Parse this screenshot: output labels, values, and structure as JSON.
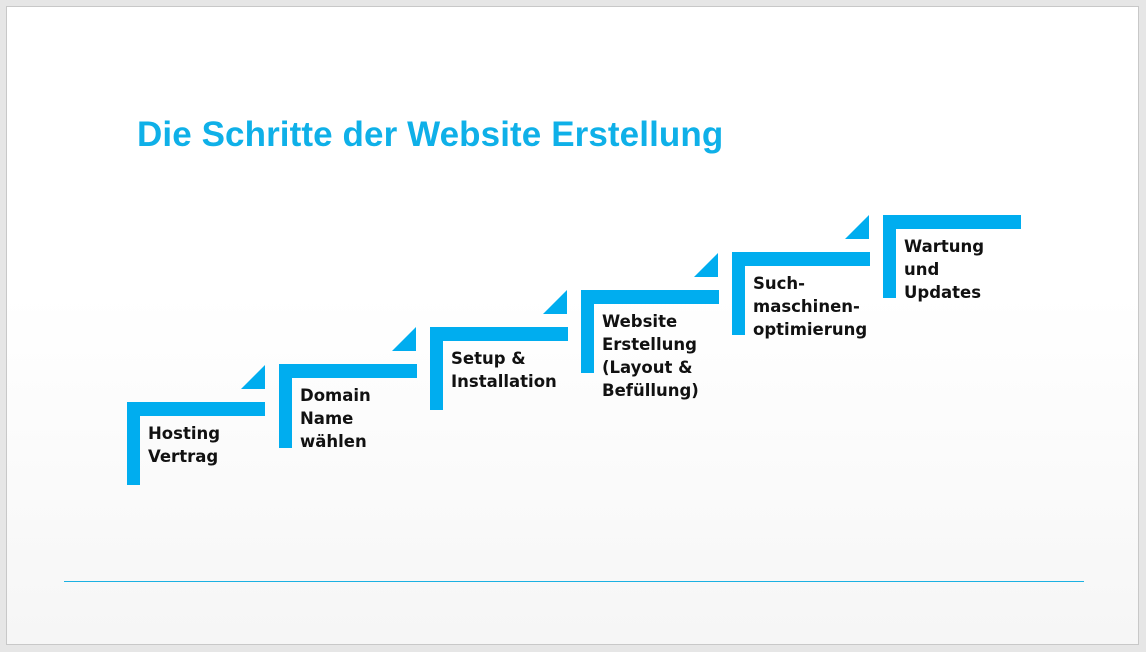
{
  "slide": {
    "title": "Die Schritte der Website Erstellung",
    "accent_color": "#00adef",
    "steps": [
      {
        "label": "Hosting\nVertrag"
      },
      {
        "label": "Domain\nName\nwählen"
      },
      {
        "label": "Setup &\nInstallation"
      },
      {
        "label": "Website\nErstellung\n(Layout &\nBefüllung)"
      },
      {
        "label": "Such-\nmaschinen-\noptimierung"
      },
      {
        "label": "Wartung\nund\nUpdates"
      }
    ]
  }
}
